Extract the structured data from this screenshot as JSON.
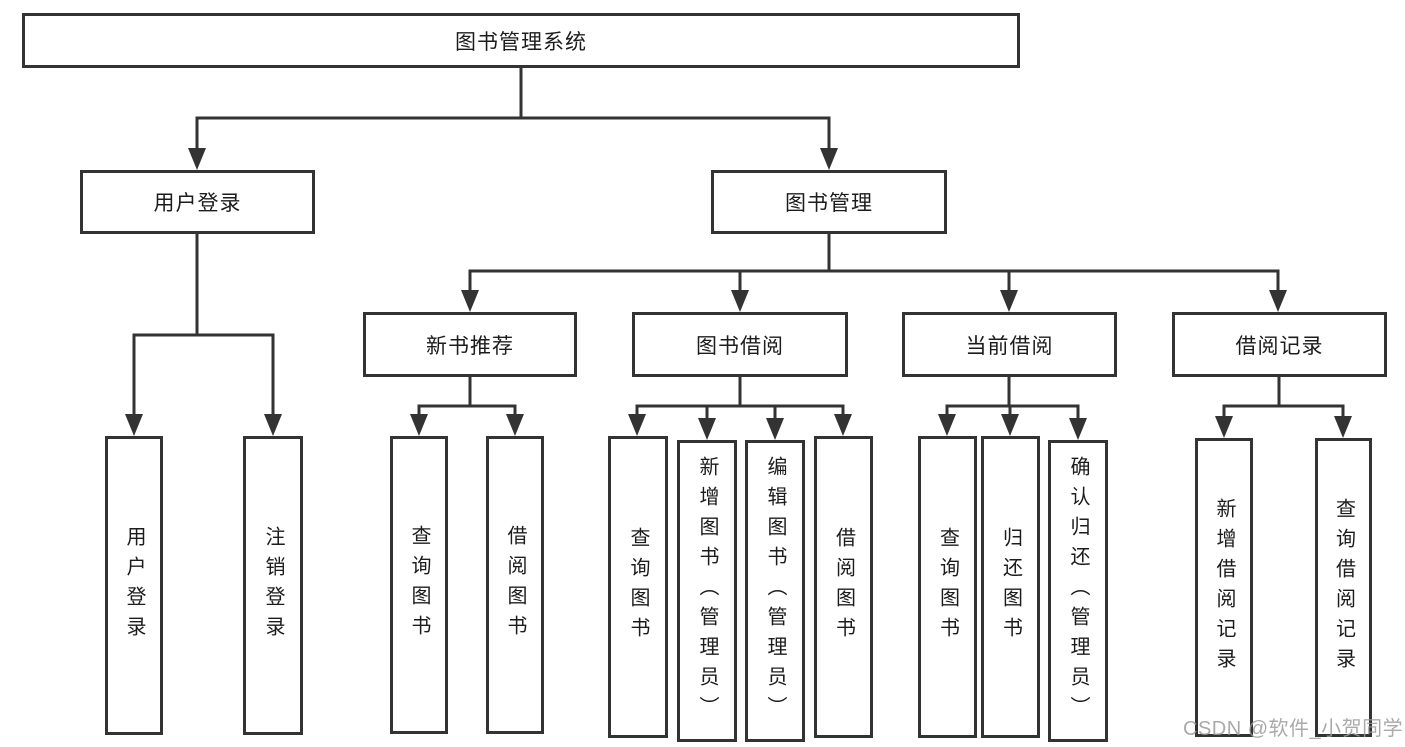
{
  "diagram": {
    "root": {
      "label": "图书管理系统"
    },
    "branches": [
      {
        "label": "用户登录",
        "children": [
          {
            "label": "用户登录"
          },
          {
            "label": "注销登录"
          }
        ]
      },
      {
        "label": "图书管理",
        "children": [
          {
            "label": "新书推荐",
            "children": [
              {
                "label": "查询图书"
              },
              {
                "label": "借阅图书"
              }
            ]
          },
          {
            "label": "图书借阅",
            "children": [
              {
                "label": "查询图书"
              },
              {
                "label": "新增图书（管理员）"
              },
              {
                "label": "编辑图书（管理员）"
              },
              {
                "label": "借阅图书"
              }
            ]
          },
          {
            "label": "当前借阅",
            "children": [
              {
                "label": "查询图书"
              },
              {
                "label": "归还图书"
              },
              {
                "label": "确认归还（管理员）"
              }
            ]
          },
          {
            "label": "借阅记录",
            "children": [
              {
                "label": "新增借阅记录"
              },
              {
                "label": "查询借阅记录"
              }
            ]
          }
        ]
      }
    ]
  },
  "watermark": {
    "text": "CSDN @软件_小贺同学"
  },
  "colors": {
    "line": "#333333",
    "box_border": "#333333",
    "box_fill": "#ffffff",
    "text": "#1c1c1c",
    "watermark": "#9b9b9b",
    "background": "#ffffff"
  }
}
